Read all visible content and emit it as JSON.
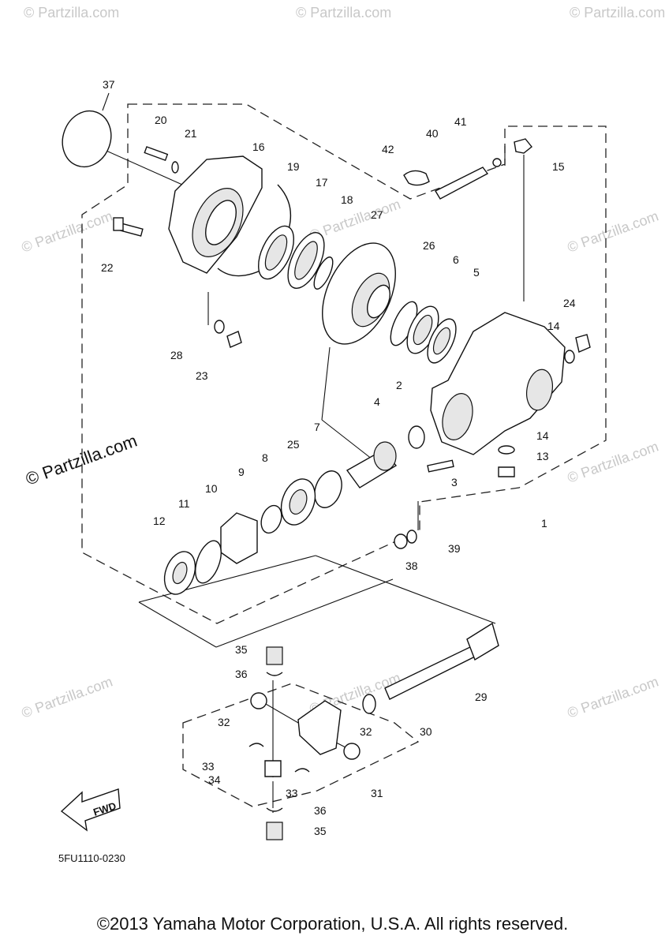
{
  "diagram": {
    "code": "5FU1110-0230",
    "fwd_label": "FWD",
    "watermark": "© Partzilla.com",
    "watermark_main": "© Partzilla.com",
    "callouts": [
      "1",
      "2",
      "3",
      "4",
      "5",
      "6",
      "7",
      "8",
      "9",
      "10",
      "11",
      "12",
      "13",
      "14",
      "14",
      "15",
      "16",
      "17",
      "18",
      "19",
      "20",
      "21",
      "22",
      "23",
      "24",
      "25",
      "26",
      "27",
      "28",
      "29",
      "30",
      "31",
      "32",
      "32",
      "33",
      "33",
      "34",
      "35",
      "35",
      "36",
      "36",
      "37",
      "38",
      "39",
      "40",
      "41",
      "42"
    ]
  },
  "footer": {
    "copyright": "©2013 Yamaha Motor Corporation, U.S.A. All rights reserved."
  }
}
